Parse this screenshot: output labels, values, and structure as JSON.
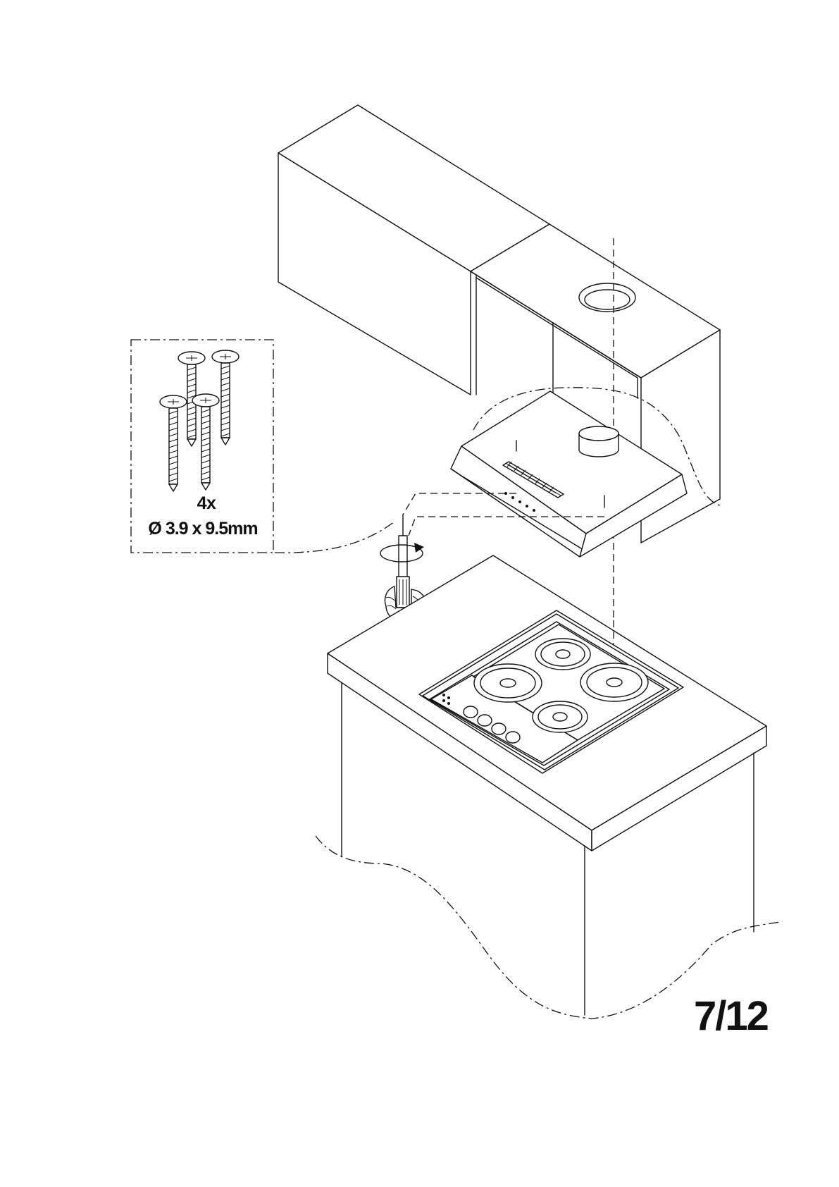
{
  "screws": {
    "quantity": "4x",
    "size": "Ø 3.9 x 9.5mm"
  },
  "footer": {
    "page_number": "7/12"
  },
  "icons": {
    "rotate_arrow": "rotation-arrow-icon",
    "screwdriver": "screwdriver-icon",
    "hand": "hand-icon"
  }
}
